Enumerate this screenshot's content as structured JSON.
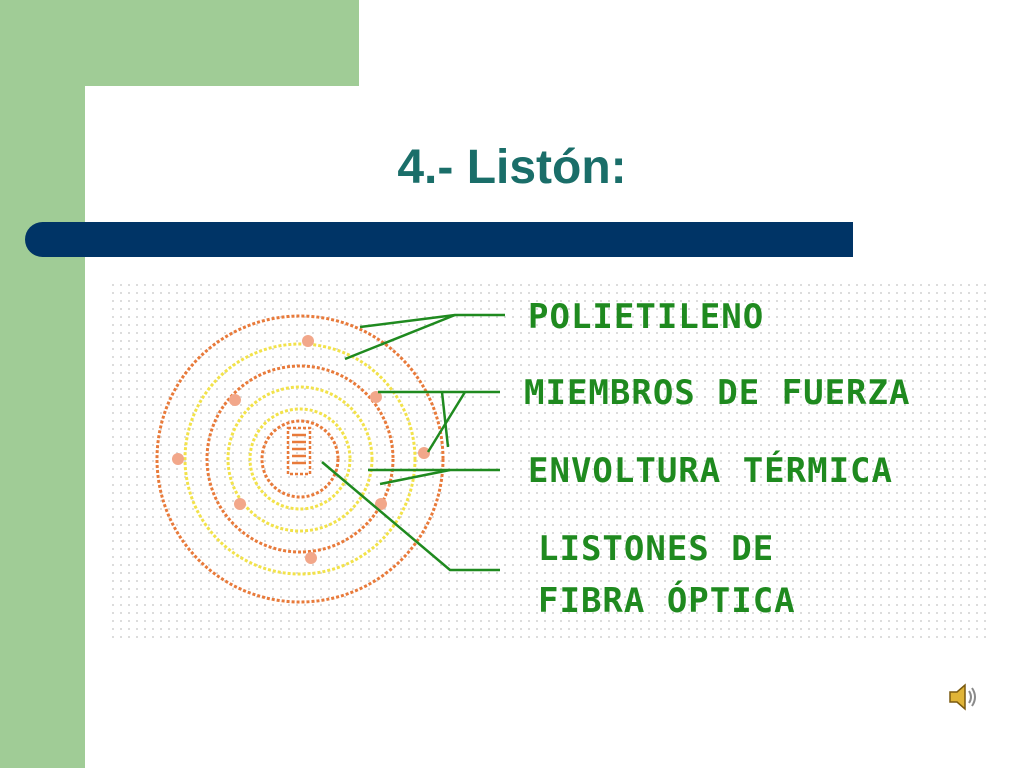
{
  "slide": {
    "title": "4.- Listón:"
  },
  "diagram": {
    "labels": {
      "polietileno": "POLIETILENO",
      "miembros": "MIEMBROS DE FUERZA",
      "envoltura": "ENVOLTURA TÉRMICA",
      "listones_1": "LISTONES DE",
      "listones_2": "FIBRA ÓPTICA"
    },
    "colors": {
      "outer": "#e87a3a",
      "inner": "#f2e24a",
      "label": "#1f8a1f",
      "dots": "#f2a78a"
    }
  },
  "icons": {
    "speaker": "speaker-icon"
  }
}
